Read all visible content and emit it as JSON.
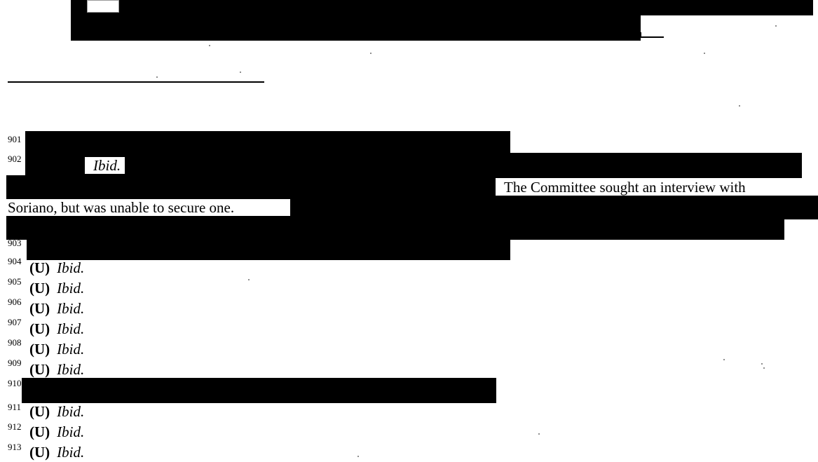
{
  "footnotes": {
    "n901": {
      "number": "901"
    },
    "n902": {
      "number": "902",
      "cite": "Ibid."
    },
    "n902_text": {
      "line1": "The Committee sought an interview with",
      "line2": "Soriano, but was unable to secure one."
    },
    "n903": {
      "number": "903"
    },
    "items": [
      {
        "number": "904",
        "marking": "(U)",
        "cite": "Ibid."
      },
      {
        "number": "905",
        "marking": "(U)",
        "cite": "Ibid."
      },
      {
        "number": "906",
        "marking": "(U)",
        "cite": "Ibid."
      },
      {
        "number": "907",
        "marking": "(U)",
        "cite": "Ibid."
      },
      {
        "number": "908",
        "marking": "(U)",
        "cite": "Ibid."
      },
      {
        "number": "909",
        "marking": "(U)",
        "cite": "Ibid."
      }
    ],
    "n910": {
      "number": "910"
    },
    "items_after": [
      {
        "number": "911",
        "marking": "(U)",
        "cite": "Ibid."
      },
      {
        "number": "912",
        "marking": "(U)",
        "cite": "Ibid."
      },
      {
        "number": "913",
        "marking": "(U)",
        "cite": "Ibid."
      }
    ]
  }
}
